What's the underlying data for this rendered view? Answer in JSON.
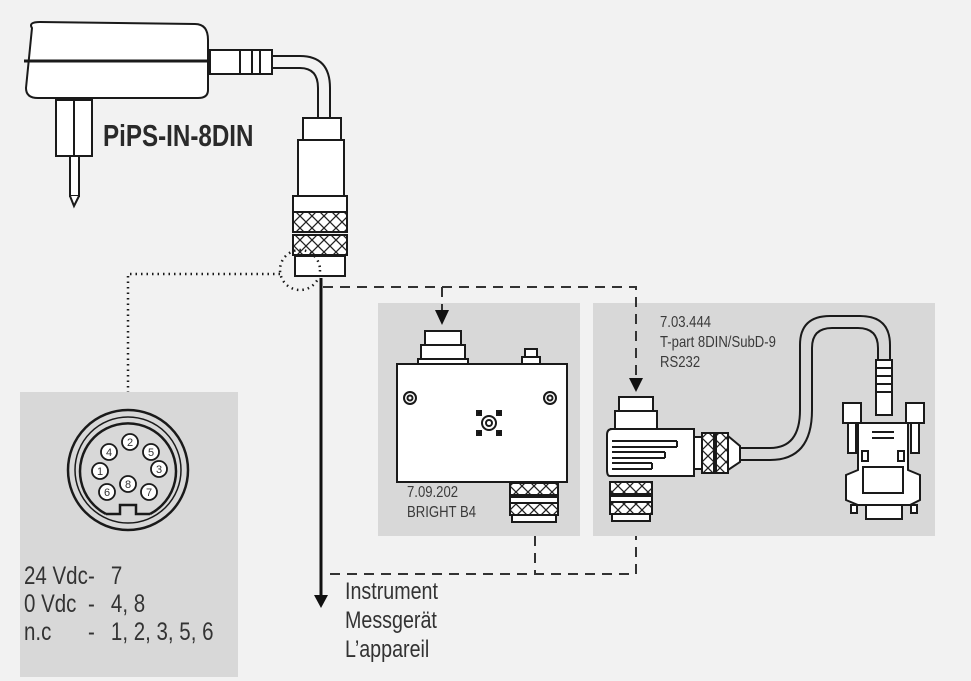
{
  "diagram": {
    "title": "PiPS-IN-8DIN",
    "colors": {
      "background": "#f2f2f2",
      "panel": "#d8d8d8",
      "line": "#1a1a1a",
      "text": "#333333"
    },
    "connector_pinout": {
      "pins": [
        "1",
        "2",
        "3",
        "4",
        "5",
        "6",
        "7",
        "8"
      ],
      "rows": [
        {
          "label": "24 Vdc",
          "dash": "-",
          "value": "7"
        },
        {
          "label": "0 Vdc",
          "dash": "-",
          "value": "4, 8"
        },
        {
          "label": "n.c",
          "dash": "-",
          "value": "1, 2, 3, 5, 6"
        }
      ]
    },
    "device_b4": {
      "part_number": "7.09.202",
      "name": "BRIGHT B4"
    },
    "t_part": {
      "part_number": "7.03.444",
      "name": "T-part 8DIN/SubD-9",
      "interface": "RS232"
    },
    "instrument": {
      "lines": [
        "Instrument",
        "Messgerät",
        "L’appareil"
      ]
    }
  }
}
